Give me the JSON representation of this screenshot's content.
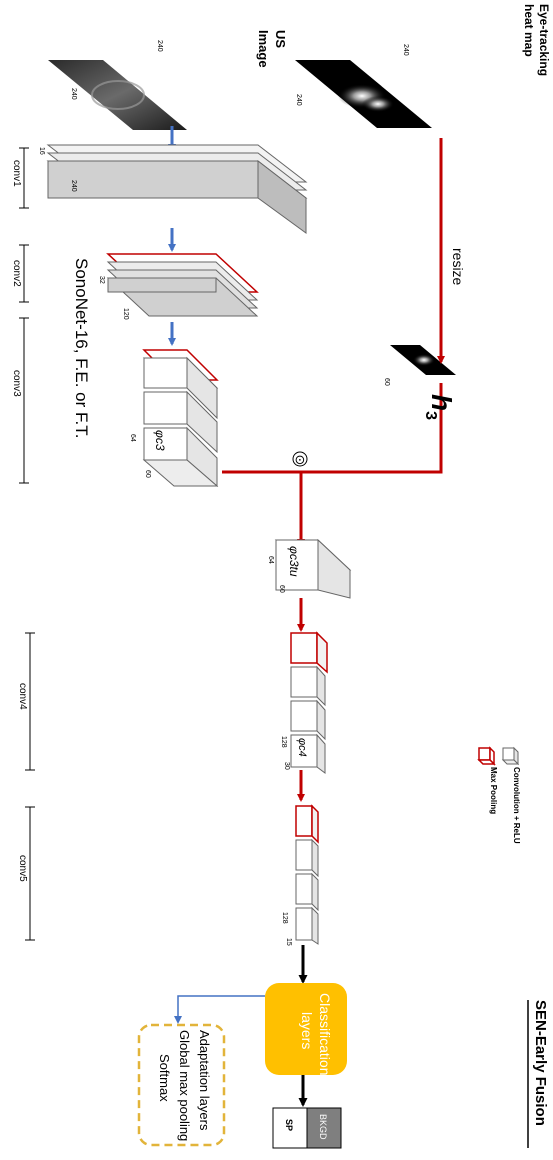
{
  "header": {
    "title": "SEN-Early Fusion"
  },
  "inputs": {
    "heatmap_title_line1": "Eye-tracking",
    "heatmap_title_line2": "heat map",
    "us_title_line1": "US",
    "us_title_line2": "Image",
    "dim_240": "240",
    "dim_60": "60"
  },
  "edges": {
    "resize": "resize",
    "hadamard": "⊙"
  },
  "math": {
    "h3": "h",
    "h3_sub": "3"
  },
  "network": {
    "name": "SonoNet-16, F.E. or F.T.",
    "groups": [
      "conv1",
      "conv2",
      "conv3",
      "conv4",
      "conv5"
    ],
    "dims": {
      "conv1_a": "16",
      "conv1_b": "240",
      "conv2_a": "32",
      "conv2_b": "120",
      "conv3_a": "64",
      "conv3_b": "60",
      "fused_a": "64",
      "fused_b": "60",
      "conv4_a": "128",
      "conv4_b": "30",
      "conv5_a": "128",
      "conv5_b": "15"
    },
    "phi_c3": "φc3",
    "phi_c3_tu": "φc3tu",
    "phi_c4": "φc4"
  },
  "legend": {
    "conv": "Convolution + ReLU",
    "pool": "Max Pooling"
  },
  "classifier": {
    "box_line1": "Classification",
    "box_line2": "layers",
    "details": [
      "Adaptation layers",
      "Global max pooling",
      "Softmax"
    ]
  },
  "outputs": {
    "bkgd": "BKGD",
    "sp": "SP"
  },
  "colors": {
    "red": "#c00000",
    "blue": "#4472c4",
    "orange": "#ffc000",
    "dashed": "#e2b43a",
    "gray": "#d0d0d0"
  }
}
